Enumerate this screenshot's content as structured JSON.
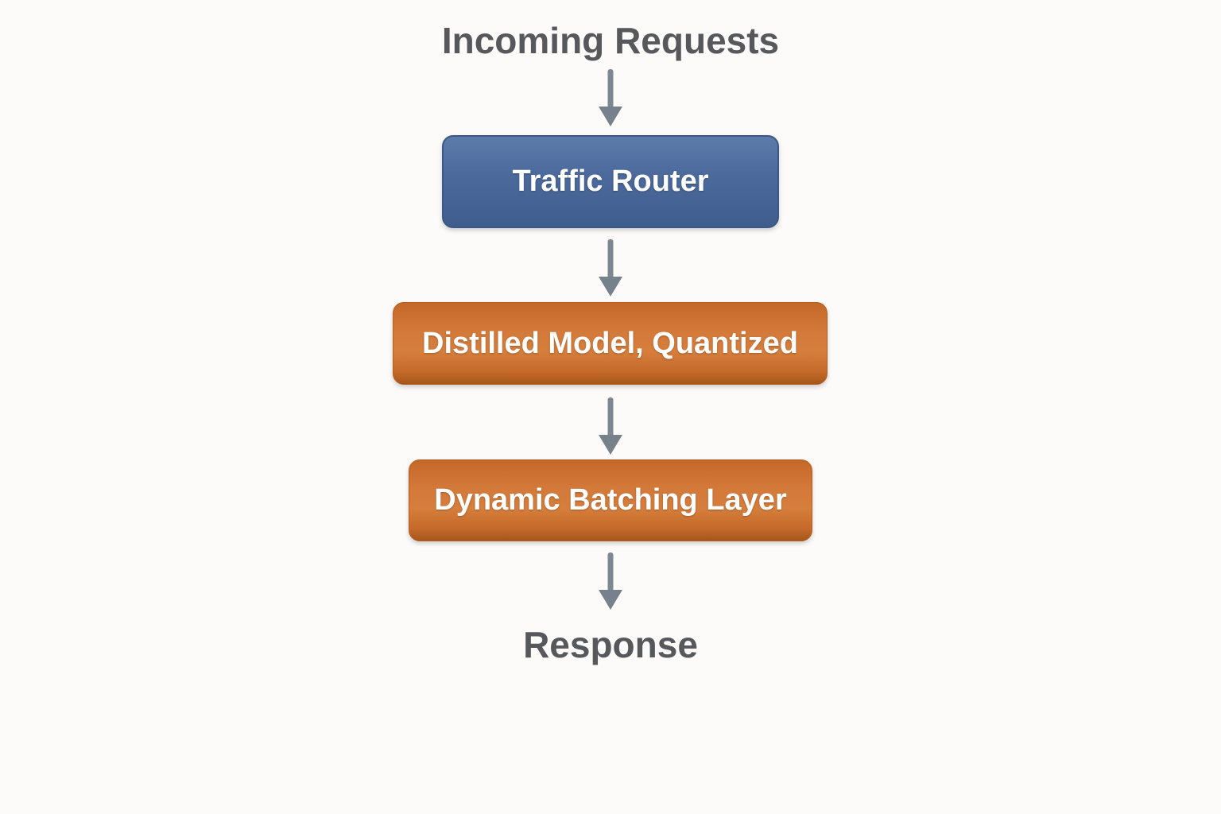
{
  "flow": {
    "start_label": "Incoming Requests",
    "end_label": "Response",
    "nodes": [
      {
        "label": "Traffic Router",
        "color": "#4c6a9c"
      },
      {
        "label": "Distilled Model, Quantized",
        "color": "#d3793a"
      },
      {
        "label": "Dynamic Batching Layer",
        "color": "#d3793a"
      }
    ],
    "connections": [
      {
        "from": "start_label",
        "to": "Traffic Router"
      },
      {
        "from": "Traffic Router",
        "to": "Distilled Model, Quantized"
      },
      {
        "from": "Distilled Model, Quantized",
        "to": "Dynamic Batching Layer"
      },
      {
        "from": "Dynamic Batching Layer",
        "to": "end_label"
      }
    ]
  },
  "palette": {
    "background": "#fcfbfa",
    "label_text": "#56585b",
    "node_text": "#ffffff",
    "blue_node": "#4c6a9c",
    "blue_node_border": "#3c5884",
    "orange_node": "#d3793a",
    "orange_node_border": "#b55e20",
    "arrow": "#7d8893"
  }
}
